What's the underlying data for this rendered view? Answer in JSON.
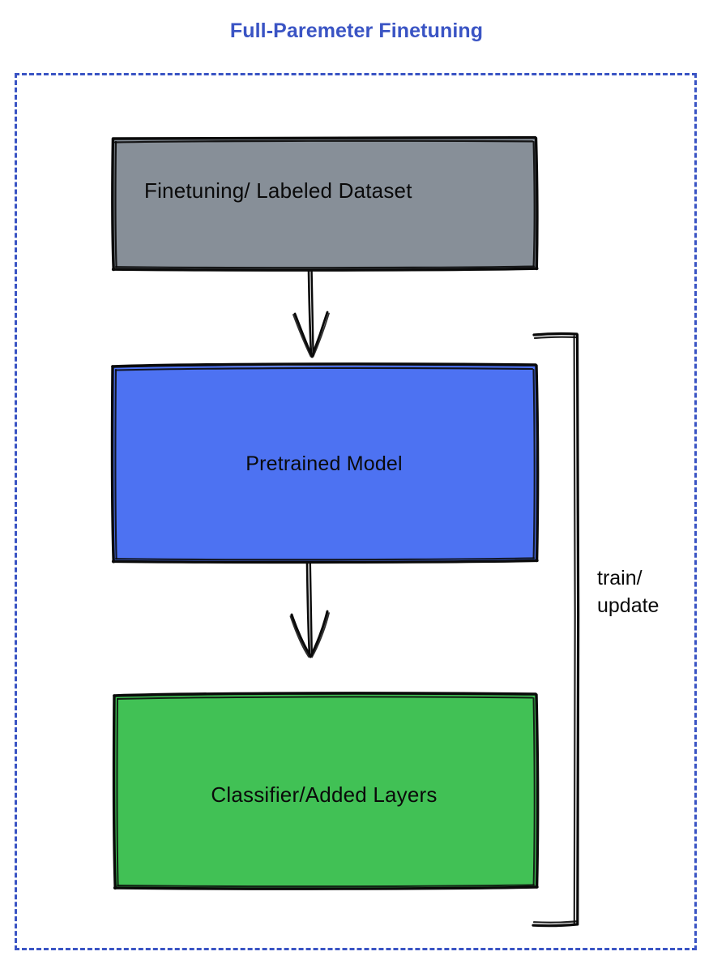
{
  "title": "Full-Paremeter Finetuning",
  "colors": {
    "title": "#3a54c4",
    "dashed_border": "#3a54c4",
    "dataset_box": "#878f98",
    "model_box": "#4d72f2",
    "classifier_box": "#41c155",
    "stroke": "#0a0a0a",
    "background": "#ffffff",
    "text": "#0a0a0a"
  },
  "nodes": [
    {
      "id": "dataset",
      "label": "Finetuning/ Labeled Dataset",
      "fill": "#878f98",
      "shape": "rectangle"
    },
    {
      "id": "model",
      "label": "Pretrained Model",
      "fill": "#4d72f2",
      "shape": "rectangle"
    },
    {
      "id": "classifier",
      "label": "Classifier/Added Layers",
      "fill": "#41c155",
      "shape": "rectangle"
    }
  ],
  "edges": [
    {
      "id": "dataset-to-model",
      "from": "dataset",
      "to": "model",
      "label": "",
      "style": "sketch-arrow-down"
    },
    {
      "id": "model-to-classifier",
      "from": "model",
      "to": "classifier",
      "label": "",
      "style": "sketch-arrow-down"
    },
    {
      "id": "feedback-loop",
      "from": "classifier",
      "to": "model",
      "label_line_1": "train/",
      "label_line_2": "update",
      "style": "sketch-bracket"
    }
  ],
  "container": {
    "style": "dashed",
    "label": ""
  }
}
